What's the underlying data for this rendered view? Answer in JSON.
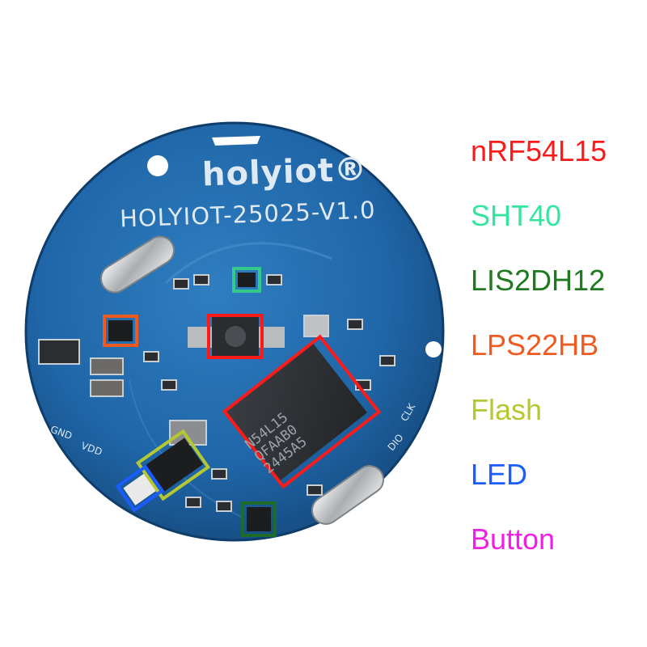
{
  "board": {
    "brand": "holyiot®",
    "model": "HOLYIOT-25025-V1.0",
    "chip_marking": [
      "N54L15",
      "QFAAB0",
      "2445A5"
    ],
    "pins": {
      "gnd": "GND",
      "vdd": "VDD",
      "clk": "CLK",
      "dio": "DIO"
    }
  },
  "legend": [
    {
      "label": "nRF54L15",
      "color": "#ff1a1a"
    },
    {
      "label": "SHT40",
      "color": "#33e6a0"
    },
    {
      "label": "LIS2DH12",
      "color": "#1f7a1f"
    },
    {
      "label": "LPS22HB",
      "color": "#f05a1e"
    },
    {
      "label": "Flash",
      "color": "#b5c832"
    },
    {
      "label": "LED",
      "color": "#1a5cff"
    },
    {
      "label": "Button",
      "color": "#f01ee6"
    }
  ],
  "highlight_colors": {
    "nrf54l15": "#ff1a1a",
    "sht40": "#33c98a",
    "lis2dh12": "#1f6b2a",
    "lps22hb": "#f05a1e",
    "flash": "#b5c832",
    "led": "#1a5cff",
    "button": "#ff1a1a"
  }
}
